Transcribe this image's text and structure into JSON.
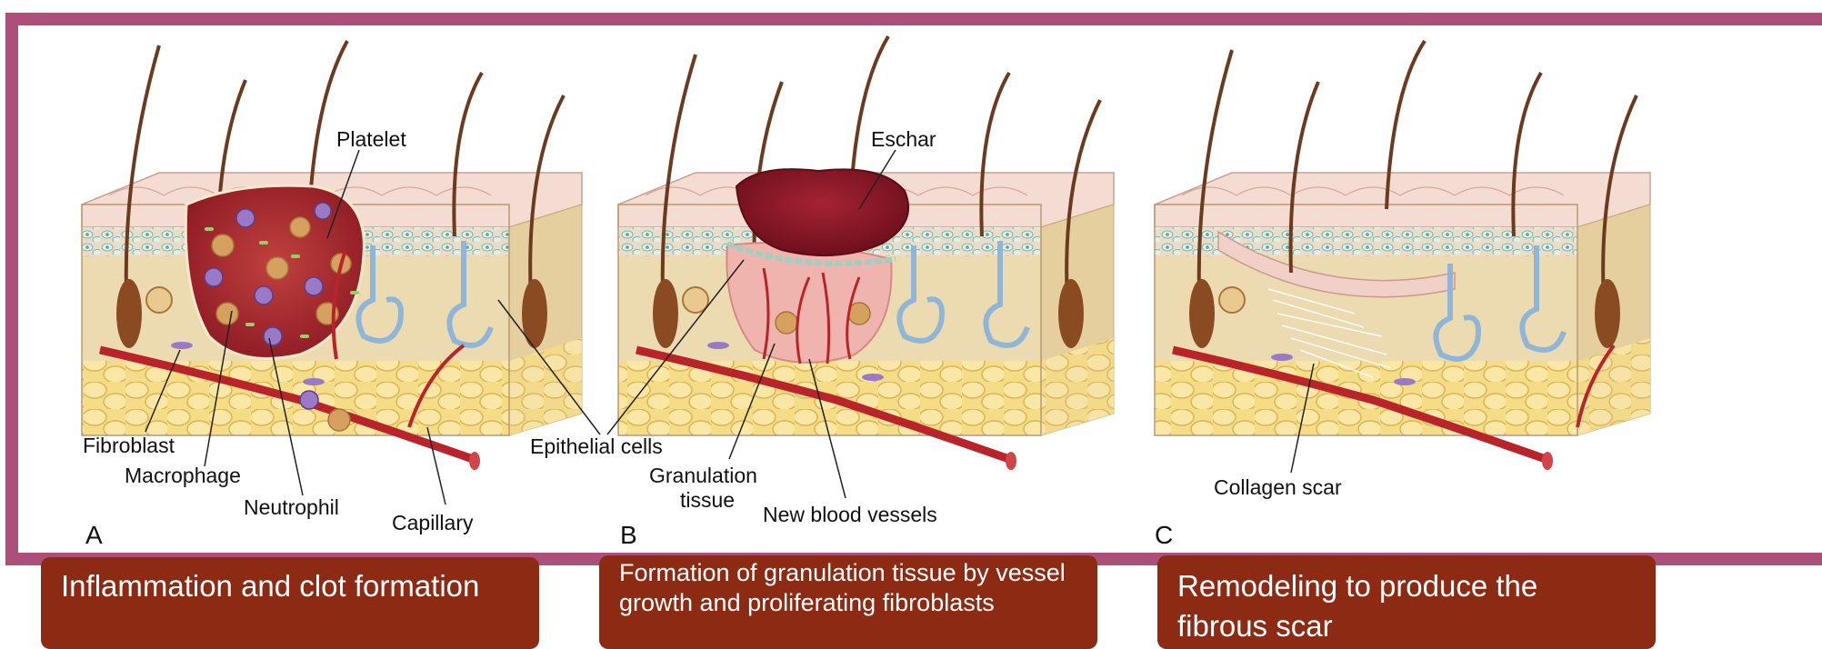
{
  "panels": [
    {
      "letter": "A",
      "caption": "Inflammation and clot formation"
    },
    {
      "letter": "B",
      "caption": "Formation of granulation tissue by vessel growth and proliferating fibroblasts"
    },
    {
      "letter": "C",
      "caption": "Remodeling to produce the fibrous scar"
    }
  ],
  "labels": {
    "platelet": "Platelet",
    "fibroblast": "Fibroblast",
    "macrophage": "Macrophage",
    "neutrophil": "Neutrophil",
    "capillary": "Capillary",
    "eschar": "Eschar",
    "epithelial_cells": "Epithelial cells",
    "granulation_tissue_line1": "Granulation",
    "granulation_tissue_line2": "tissue",
    "new_blood_vessels": "New blood vessels",
    "collagen_scar": "Collagen scar"
  },
  "colors": {
    "frame": "#ad5079",
    "caption_bg": "#8c2a14",
    "skin_top": "#f3d6cc",
    "dermis": "#ecdab0",
    "fat": "#f2d57a",
    "clot": "#a8232f",
    "vessel": "#b8242a",
    "gland": "#8fb6d6",
    "hair": "#6b3a1f"
  }
}
